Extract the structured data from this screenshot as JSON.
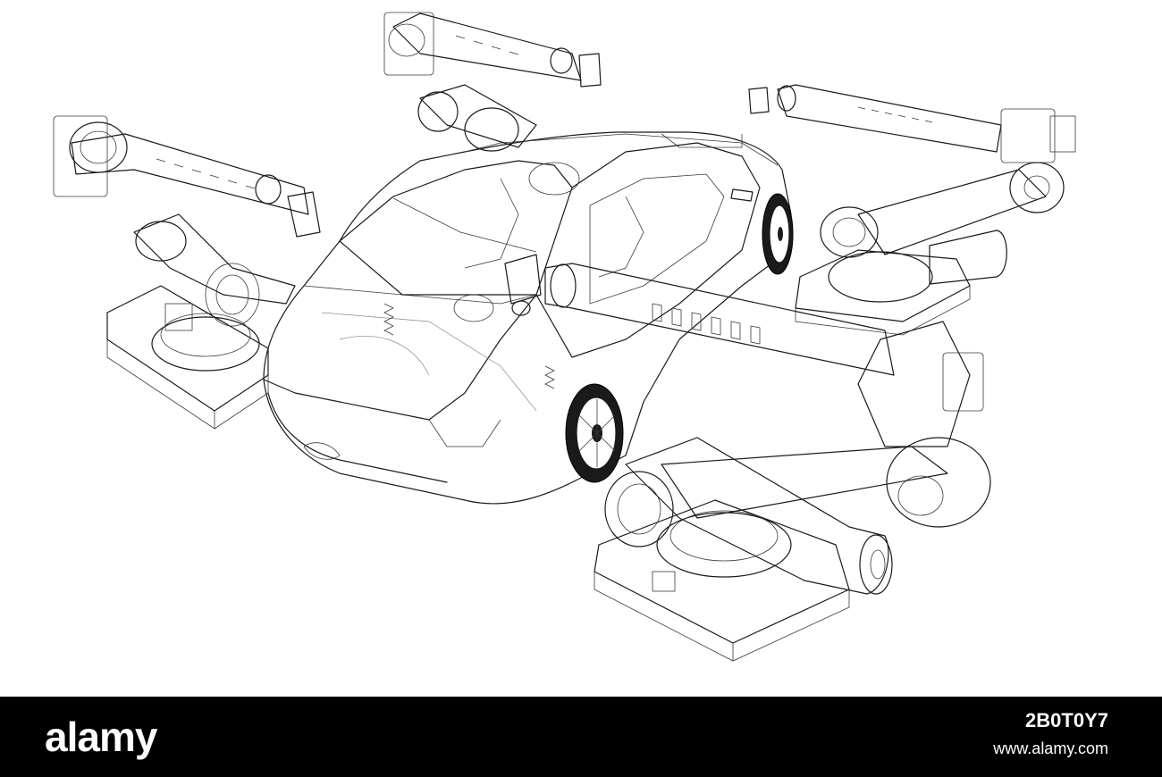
{
  "watermark": {
    "brand": "alamy",
    "image_id": "2B0T0Y7",
    "site_url": "www.alamy.com"
  },
  "colors": {
    "background": "#ffffff",
    "line": "#1a1a1a",
    "footer": "#000000",
    "footer_text": "#ffffff"
  }
}
